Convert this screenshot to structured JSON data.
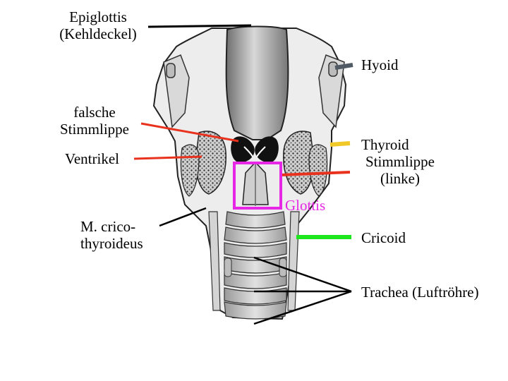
{
  "labels": {
    "epiglottis_1": "Epiglottis",
    "epiglottis_2": "(Kehldeckel)",
    "hyoid": "Hyoid",
    "falsche_1": "falsche",
    "falsche_2": "Stimmlippe",
    "ventrikel": "Ventrikel",
    "thyroid": "Thyroid",
    "stimmlippe_1": "Stimmlippe",
    "stimmlippe_2": "(linke)",
    "glottis": "Glottis",
    "cricothyroideus_1": "M. crico-",
    "cricothyroideus_2": "thyroideus",
    "cricoid": "Cricoid",
    "trachea": "Trachea (Luftröhre)"
  },
  "colors": {
    "hyoid_line": "#505a64",
    "falsche_line": "#e8321e",
    "ventrikel_line": "#e8321e",
    "thyroid_line": "#f0c828",
    "stimmlippe_line": "#e8321e",
    "glottis_box": "#e628e6",
    "cricoid_line": "#1ee61e",
    "pointer_line": "#000000"
  }
}
